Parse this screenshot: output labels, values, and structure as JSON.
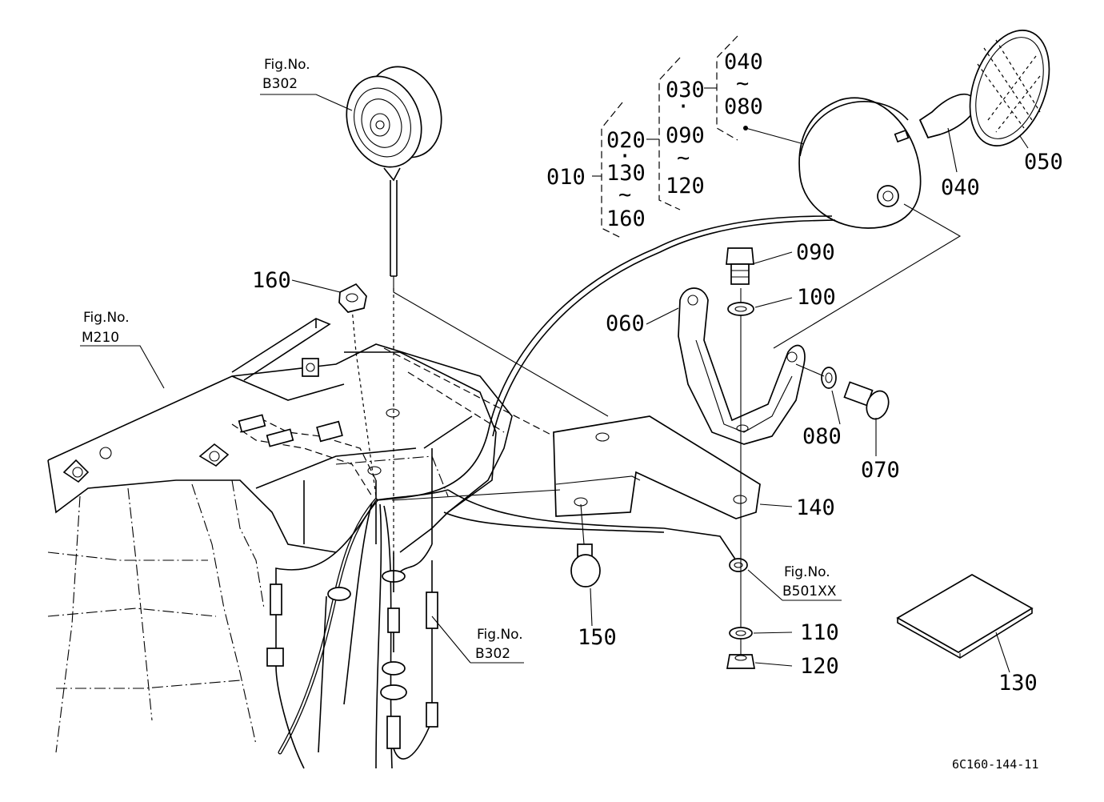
{
  "figure_refs": {
    "top": {
      "title": "Fig.No.",
      "code": "B302"
    },
    "left": {
      "title": "Fig.No.",
      "code": "M210"
    },
    "bottom": {
      "title": "Fig.No.",
      "code": "B302"
    },
    "right": {
      "title": "Fig.No.",
      "code": "B501XX"
    }
  },
  "assembly_tree": {
    "root": "010",
    "group1": [
      "020",
      "·",
      "130",
      "~",
      "160"
    ],
    "group2": [
      "030",
      "·",
      "090",
      "~",
      "120"
    ],
    "group3": [
      "040",
      "~",
      "080"
    ]
  },
  "callouts": {
    "p040": "040",
    "p050": "050",
    "p060": "060",
    "p070": "070",
    "p080": "080",
    "p090": "090",
    "p100": "100",
    "p110": "110",
    "p120": "120",
    "p130": "130",
    "p140": "140",
    "p150": "150",
    "p160": "160"
  },
  "diagram_code": "6C160-144-11"
}
